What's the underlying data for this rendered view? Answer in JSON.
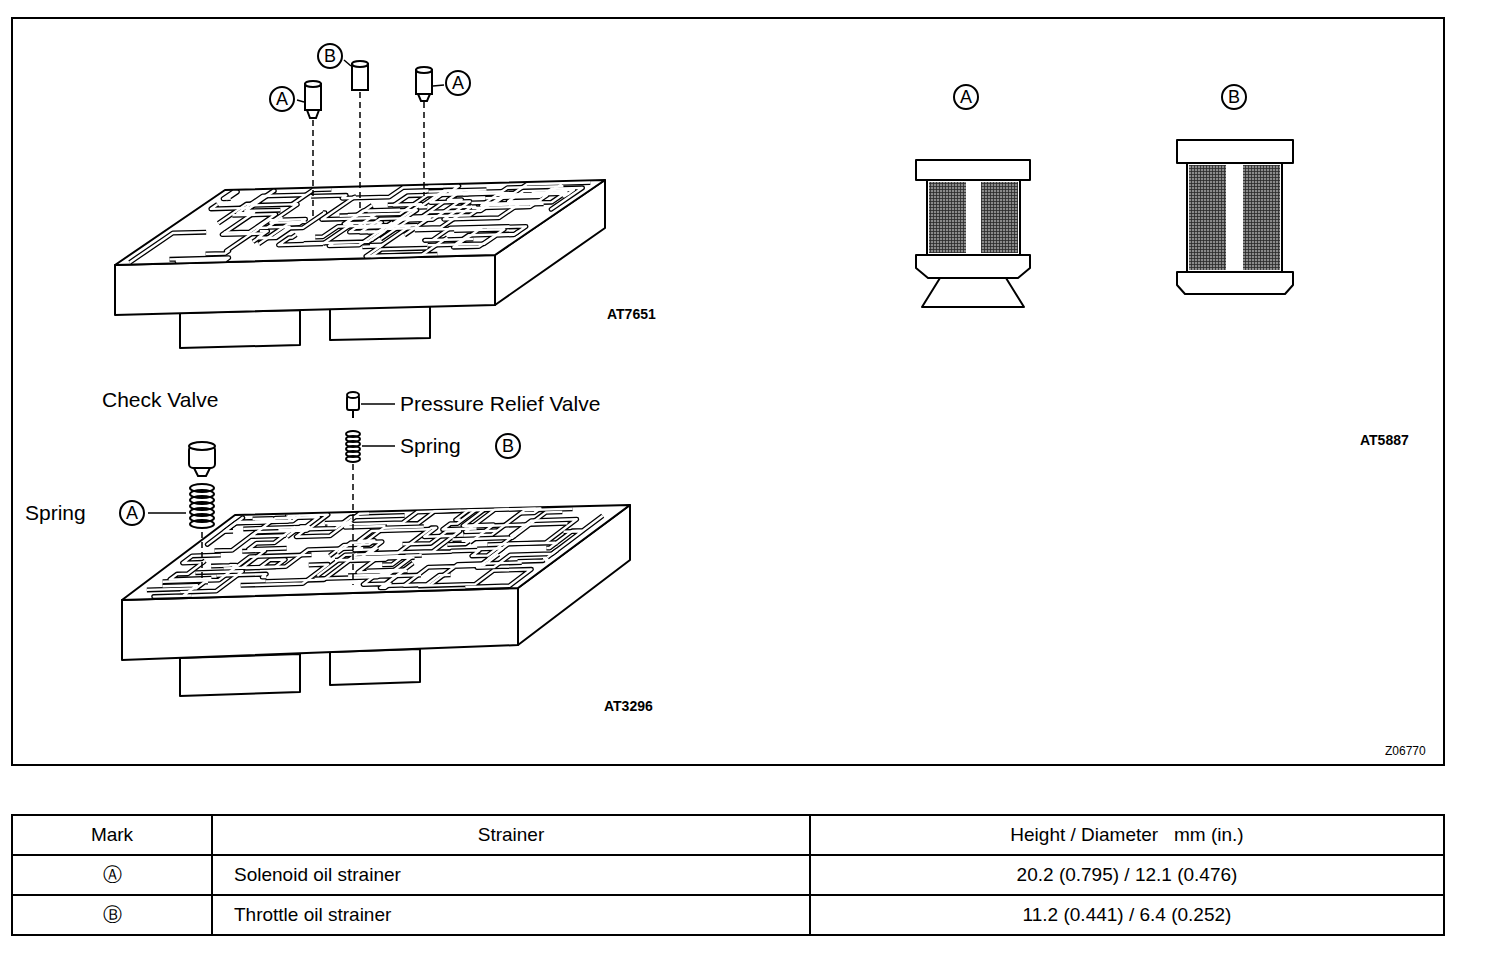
{
  "diagram": {
    "nodes": [
      {
        "text": [
          "B"
        ]
      },
      {
        "text": [
          "A"
        ]
      },
      {
        "text": [
          "A"
        ]
      },
      {
        "text": [
          "A"
        ]
      },
      {
        "text": [
          "B"
        ]
      },
      {
        "text": [
          "B"
        ]
      },
      {
        "text": [
          "A"
        ]
      }
    ],
    "labels": [
      "AT7651",
      "Check Valve",
      "Pressure Relief Valve",
      "Spring",
      "Spring",
      "AT3296",
      "AT5887",
      "Z06770",
      "Mark",
      "Strainer",
      "Height / Diameter   mm (in.)",
      "Ⓐ",
      "Solenoid oil strainer",
      "20.2 (0.795) / 12.1 (0.476)",
      "Ⓑ",
      "Throttle oil strainer",
      "11.2 (0.441) / 6.4 (0.252)"
    ]
  }
}
